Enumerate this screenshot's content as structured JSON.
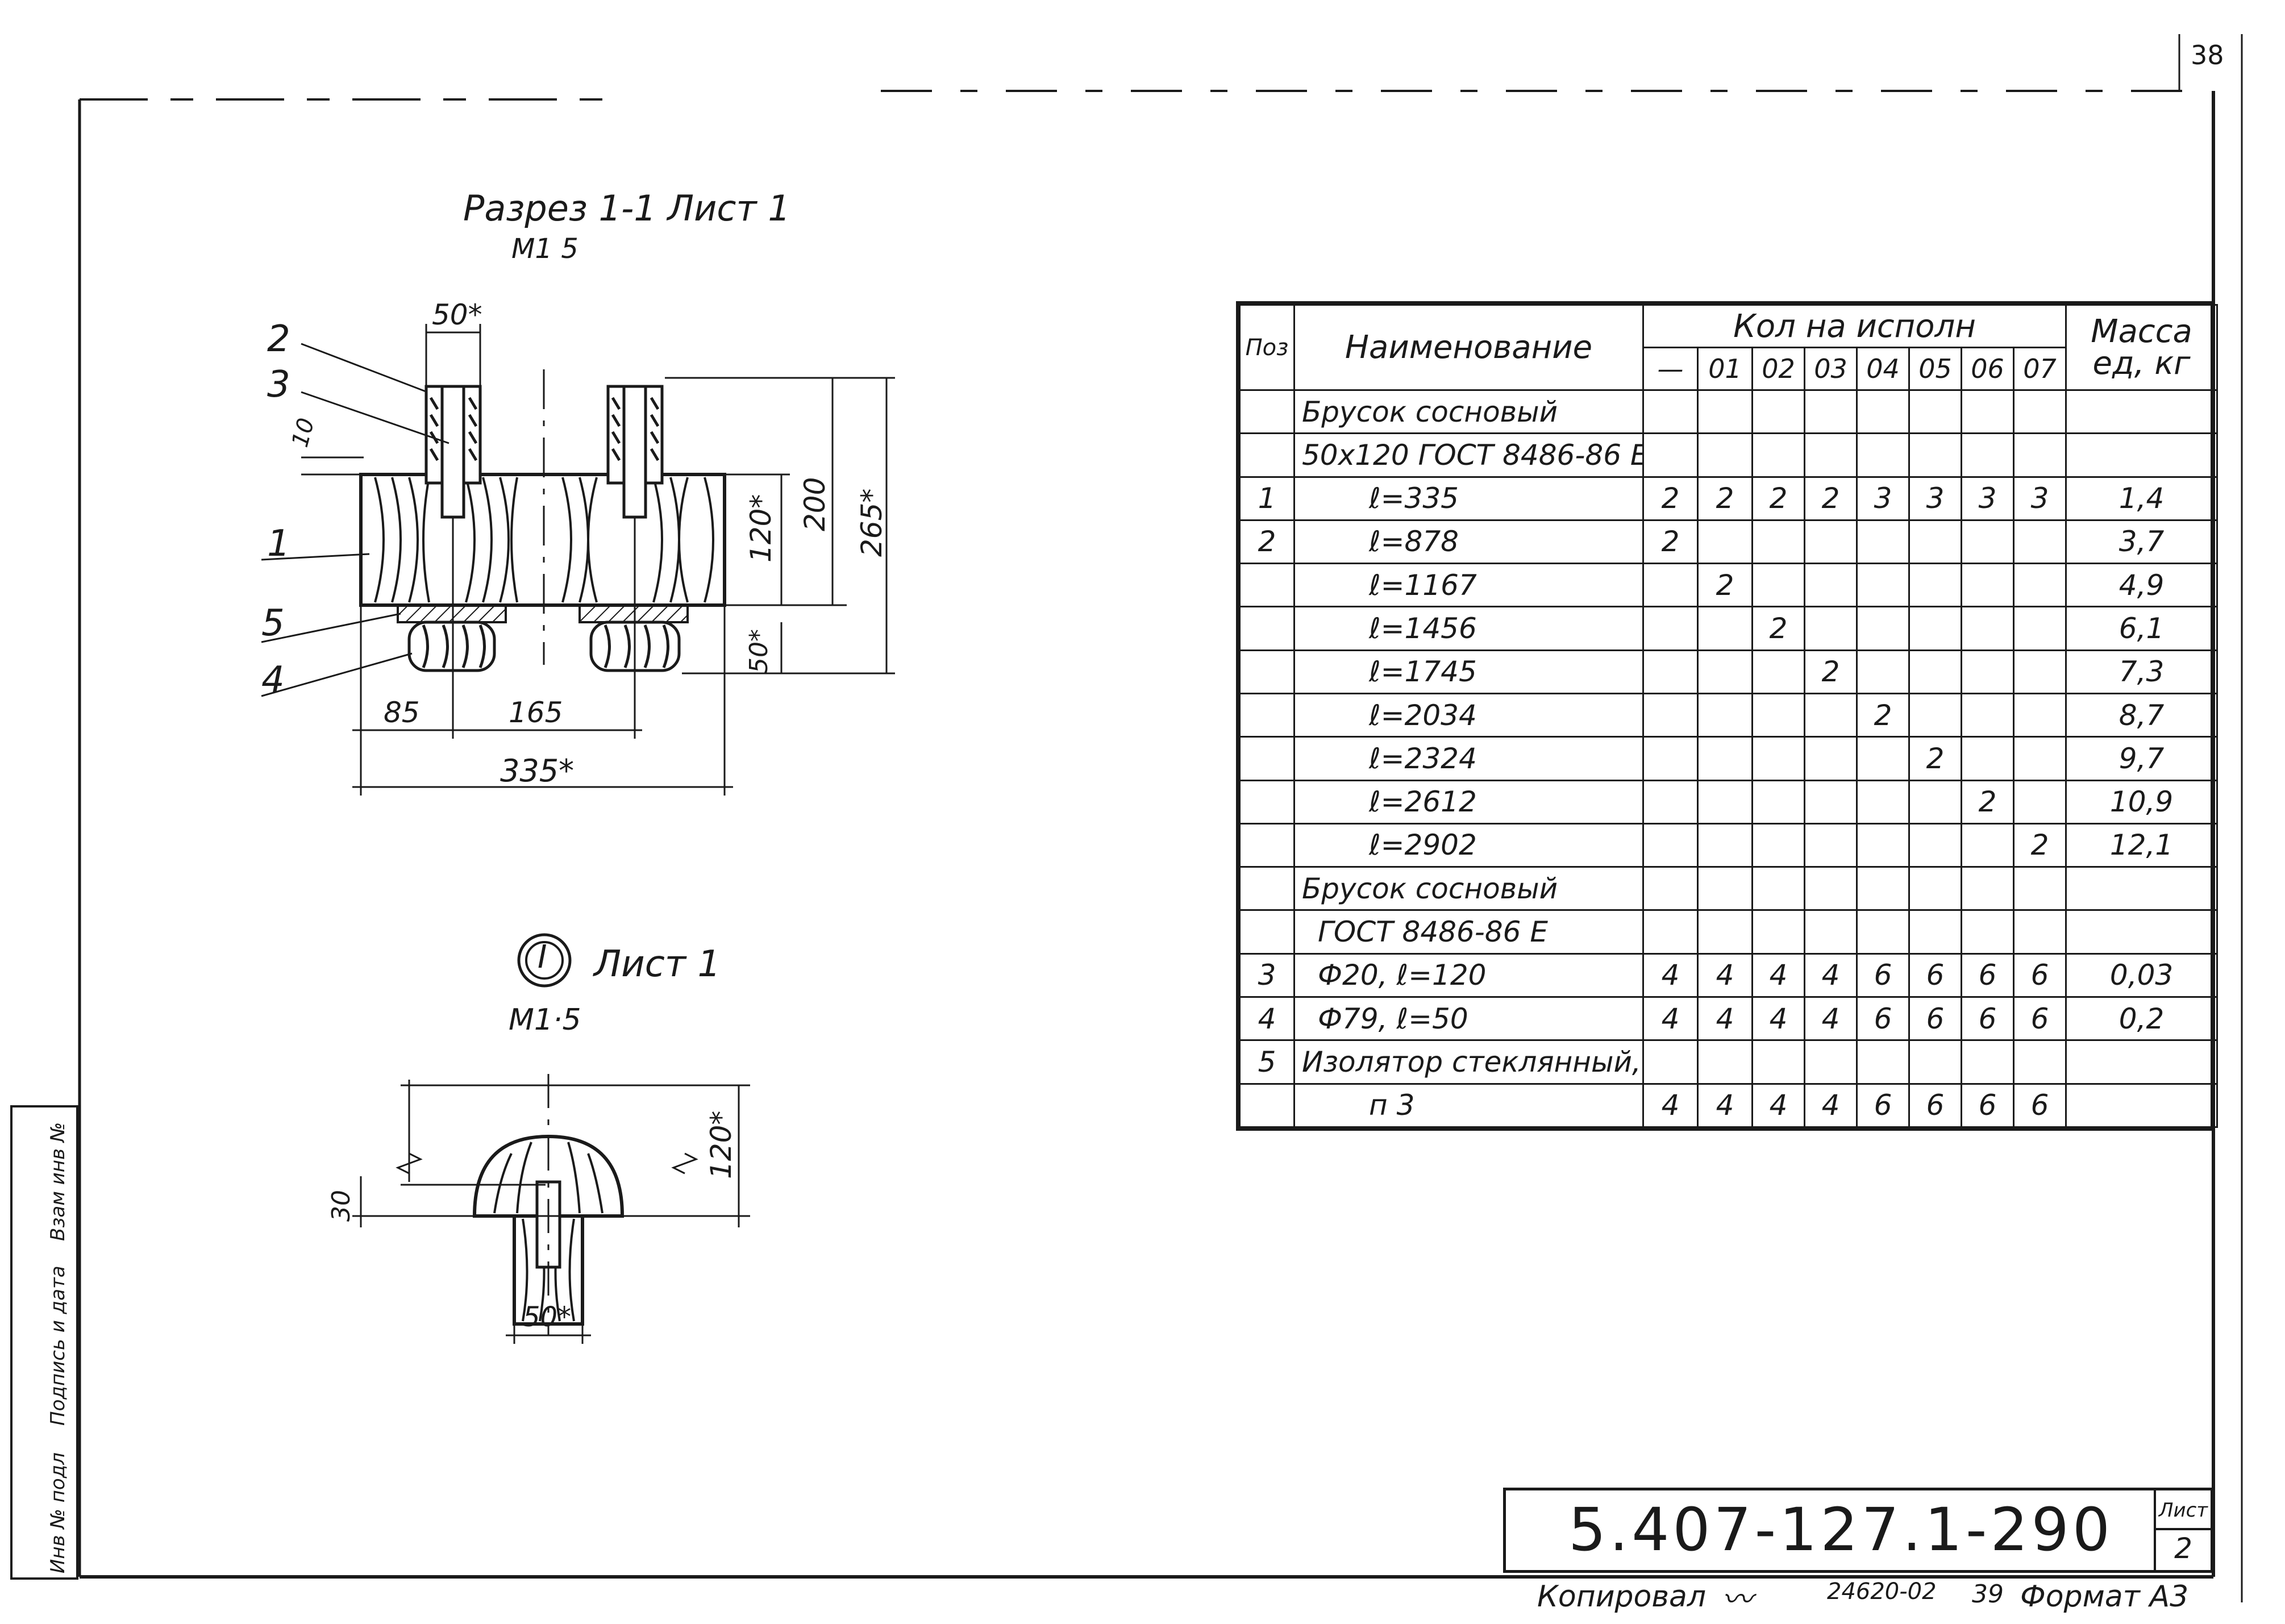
{
  "page_number": "38",
  "section_view": {
    "title": "Разрез 1-1 Лист 1",
    "scale": "М1 5",
    "callouts": [
      "2",
      "3",
      "1",
      "5",
      "4"
    ],
    "dimensions": {
      "top_width": "50*",
      "gap": "10",
      "bar_height": "120*",
      "height_200": "200",
      "height_265": "265*",
      "bottom": "50*",
      "left_offset": "85",
      "spacing": "165",
      "total_length": "335*"
    }
  },
  "detail_view": {
    "marker": "I",
    "title": "Лист 1",
    "scale": "М1·5",
    "dimensions": {
      "height": "120*",
      "depth": "30",
      "width": "50*"
    }
  },
  "spec_table": {
    "headers": {
      "pos": "Поз",
      "name": "Наименование",
      "qty_group": "Кол на исполн",
      "variants": [
        "—",
        "01",
        "02",
        "03",
        "04",
        "05",
        "06",
        "07"
      ],
      "mass": "Масса ед, кг"
    },
    "rows": [
      {
        "pos": "",
        "name": "Брусок сосновый",
        "style": "",
        "qty": [
          "",
          "",
          "",
          "",
          "",
          "",
          "",
          ""
        ],
        "mass": ""
      },
      {
        "pos": "",
        "name": "50x120 ГОСТ 8486-86 Е",
        "style": "",
        "qty": [
          "",
          "",
          "",
          "",
          "",
          "",
          "",
          ""
        ],
        "mass": ""
      },
      {
        "pos": "1",
        "name": "ℓ=335",
        "style": "indent",
        "qty": [
          "2",
          "2",
          "2",
          "2",
          "3",
          "3",
          "3",
          "3"
        ],
        "mass": "1,4"
      },
      {
        "pos": "2",
        "name": "ℓ=878",
        "style": "indent",
        "qty": [
          "2",
          "",
          "",
          "",
          "",
          "",
          "",
          ""
        ],
        "mass": "3,7"
      },
      {
        "pos": "",
        "name": "ℓ=1167",
        "style": "indent",
        "qty": [
          "",
          "2",
          "",
          "",
          "",
          "",
          "",
          ""
        ],
        "mass": "4,9"
      },
      {
        "pos": "",
        "name": "ℓ=1456",
        "style": "indent",
        "qty": [
          "",
          "",
          "2",
          "",
          "",
          "",
          "",
          ""
        ],
        "mass": "6,1"
      },
      {
        "pos": "",
        "name": "ℓ=1745",
        "style": "indent",
        "qty": [
          "",
          "",
          "",
          "2",
          "",
          "",
          "",
          ""
        ],
        "mass": "7,3"
      },
      {
        "pos": "",
        "name": "ℓ=2034",
        "style": "indent",
        "qty": [
          "",
          "",
          "",
          "",
          "2",
          "",
          "",
          ""
        ],
        "mass": "8,7"
      },
      {
        "pos": "",
        "name": "ℓ=2324",
        "style": "indent",
        "qty": [
          "",
          "",
          "",
          "",
          "",
          "2",
          "",
          ""
        ],
        "mass": "9,7"
      },
      {
        "pos": "",
        "name": "ℓ=2612",
        "style": "indent",
        "qty": [
          "",
          "",
          "",
          "",
          "",
          "",
          "2",
          ""
        ],
        "mass": "10,9"
      },
      {
        "pos": "",
        "name": "ℓ=2902",
        "style": "indent",
        "qty": [
          "",
          "",
          "",
          "",
          "",
          "",
          "",
          "2"
        ],
        "mass": "12,1"
      },
      {
        "pos": "",
        "name": "Брусок сосновый",
        "style": "",
        "qty": [
          "",
          "",
          "",
          "",
          "",
          "",
          "",
          ""
        ],
        "mass": ""
      },
      {
        "pos": "",
        "name": "ГОСТ 8486-86 Е",
        "style": "indent2",
        "qty": [
          "",
          "",
          "",
          "",
          "",
          "",
          "",
          ""
        ],
        "mass": ""
      },
      {
        "pos": "3",
        "name": "Ф20, ℓ=120",
        "style": "indent2",
        "qty": [
          "4",
          "4",
          "4",
          "4",
          "6",
          "6",
          "6",
          "6"
        ],
        "mass": "0,03"
      },
      {
        "pos": "4",
        "name": "Ф79, ℓ=50",
        "style": "indent2",
        "qty": [
          "4",
          "4",
          "4",
          "4",
          "6",
          "6",
          "6",
          "6"
        ],
        "mass": "0,2"
      },
      {
        "pos": "5",
        "name": "Изолятор стеклянный,",
        "style": "",
        "qty": [
          "",
          "",
          "",
          "",
          "",
          "",
          "",
          ""
        ],
        "mass": ""
      },
      {
        "pos": "",
        "name": "п 3",
        "style": "indent",
        "qty": [
          "4",
          "4",
          "4",
          "4",
          "6",
          "6",
          "6",
          "6"
        ],
        "mass": ""
      }
    ]
  },
  "title_block": {
    "doc_code": "5.407-127.1-290",
    "sheet_label": "Лист",
    "sheet_number": "2"
  },
  "footer": {
    "copied_by": "Копировал",
    "order": "24620-02",
    "number": "39",
    "format": "Формат А3"
  },
  "stamp_strip": [
    "Инв № подл",
    "Подпись и дата",
    "Взам инв №"
  ]
}
